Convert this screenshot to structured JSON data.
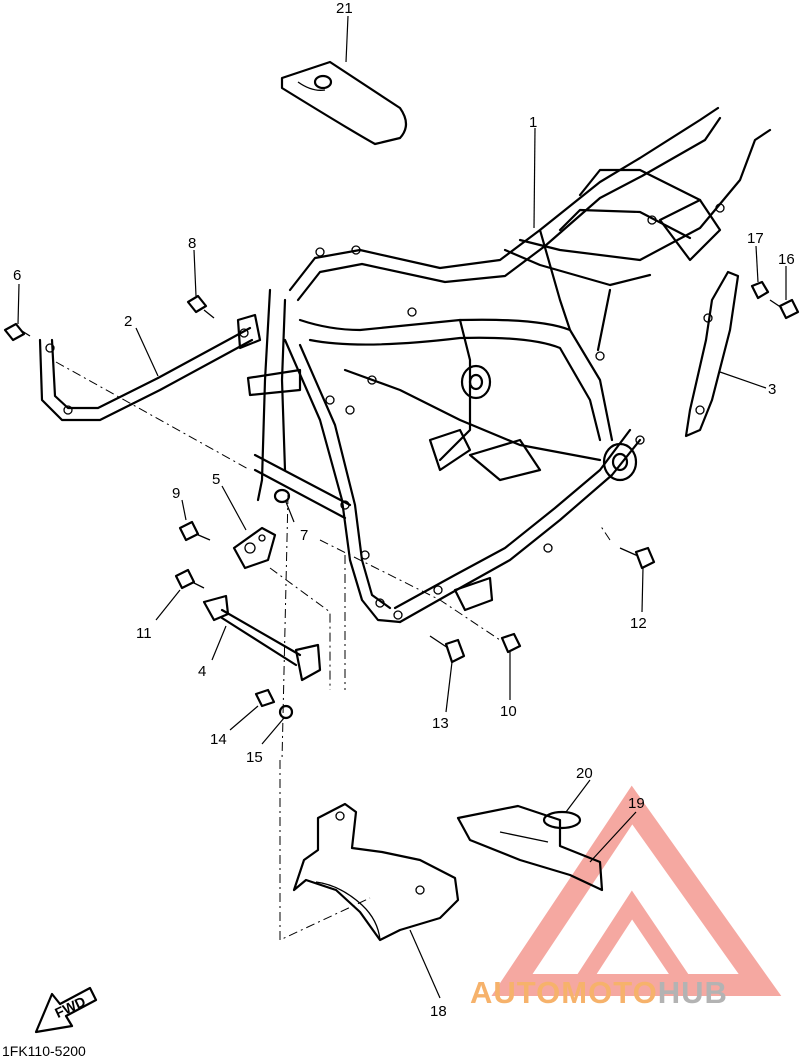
{
  "diagram": {
    "code": "1FK110-5200",
    "arrow_label": "FWD",
    "callouts": [
      {
        "id": "c1",
        "label": "1"
      },
      {
        "id": "c2",
        "label": "2"
      },
      {
        "id": "c3",
        "label": "3"
      },
      {
        "id": "c4",
        "label": "4"
      },
      {
        "id": "c5",
        "label": "5"
      },
      {
        "id": "c6",
        "label": "6"
      },
      {
        "id": "c7",
        "label": "7"
      },
      {
        "id": "c8",
        "label": "8"
      },
      {
        "id": "c9",
        "label": "9"
      },
      {
        "id": "c10",
        "label": "10"
      },
      {
        "id": "c11",
        "label": "11"
      },
      {
        "id": "c12",
        "label": "12"
      },
      {
        "id": "c13",
        "label": "13"
      },
      {
        "id": "c14",
        "label": "14"
      },
      {
        "id": "c15",
        "label": "15"
      },
      {
        "id": "c16",
        "label": "16"
      },
      {
        "id": "c17",
        "label": "17"
      },
      {
        "id": "c18",
        "label": "18"
      },
      {
        "id": "c19",
        "label": "19"
      },
      {
        "id": "c20",
        "label": "20"
      },
      {
        "id": "c21",
        "label": "21"
      }
    ]
  },
  "watermark": {
    "text_part1": "AUTOMOTO",
    "text_part2": "HUB",
    "color_part1": "#f6b26b",
    "color_part2": "#b3b3b3",
    "logo_color": "#f28b82"
  }
}
